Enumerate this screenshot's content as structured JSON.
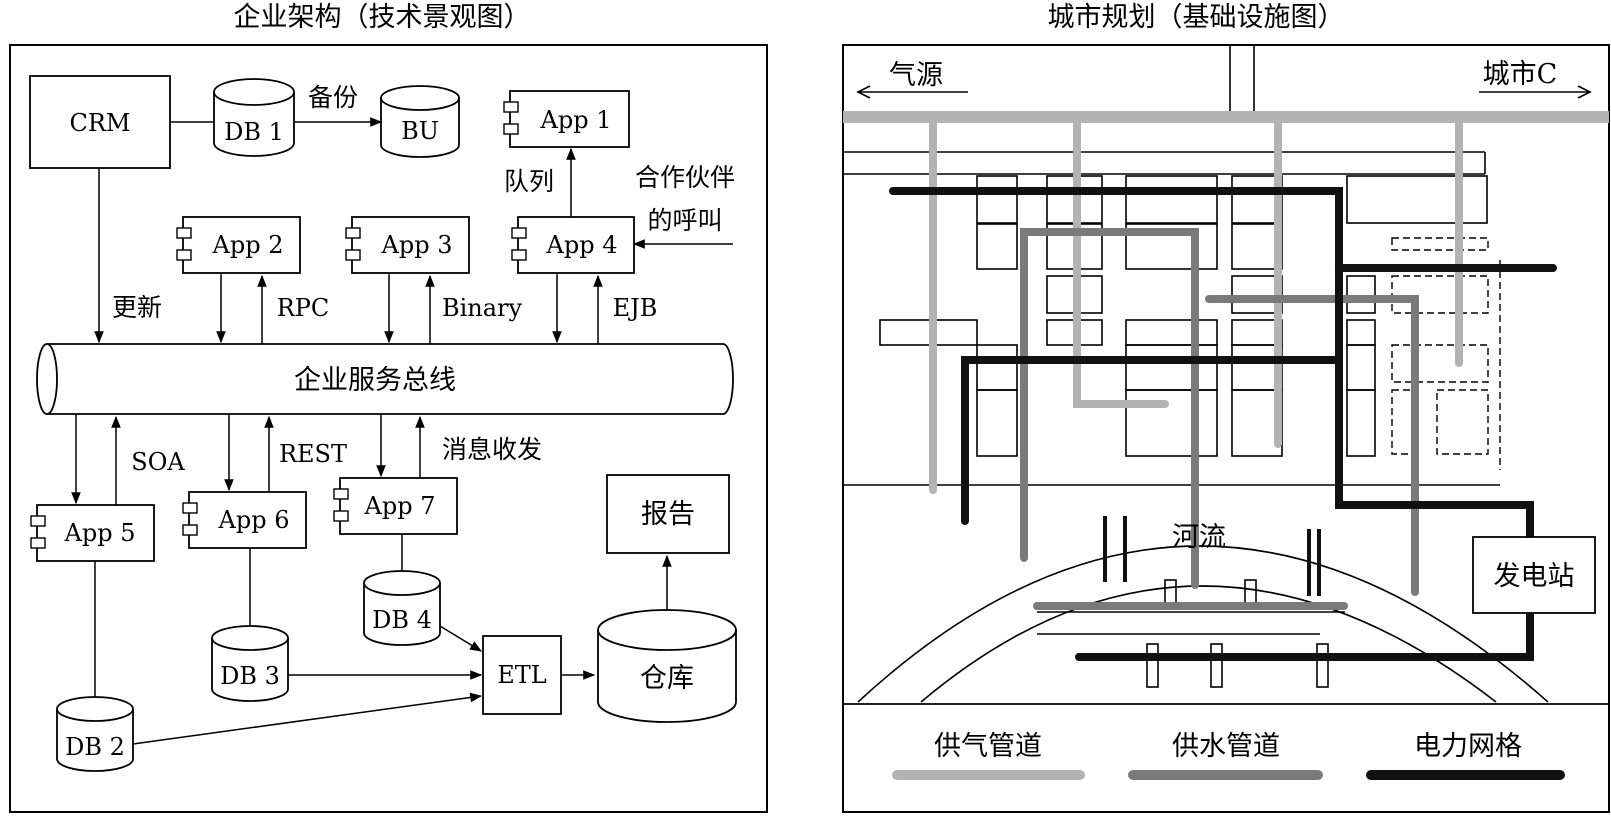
{
  "left": {
    "title": "企业架构（技术景观图）",
    "nodes": {
      "crm": "CRM",
      "db1": "DB 1",
      "bu": "BU",
      "app1": "App 1",
      "app2": "App 2",
      "app3": "App 3",
      "app4": "App 4",
      "app5": "App 5",
      "app6": "App 6",
      "app7": "App 7",
      "bus": "企业服务总线",
      "db2": "DB 2",
      "db3": "DB 3",
      "db4": "DB 4",
      "etl": "ETL",
      "warehouse": "仓库",
      "report": "报告"
    },
    "edge_labels": {
      "backup": "备份",
      "queue": "队列",
      "partner_line1": "合作伙伴",
      "partner_line2": "的呼叫",
      "update": "更新",
      "rpc": "RPC",
      "binary": "Binary",
      "ejb": "EJB",
      "soa": "SOA",
      "rest": "REST",
      "messaging": "消息收发"
    }
  },
  "right": {
    "title": "城市规划（基础设施图）",
    "labels": {
      "gas_source": "气源",
      "city_c": "城市C",
      "river": "河流",
      "power_station": "发电站"
    },
    "legend": [
      {
        "label": "供气管道",
        "color": "#b3b3b3"
      },
      {
        "label": "供水管道",
        "color": "#7a7a7a"
      },
      {
        "label": "电力网格",
        "color": "#111111"
      }
    ]
  }
}
